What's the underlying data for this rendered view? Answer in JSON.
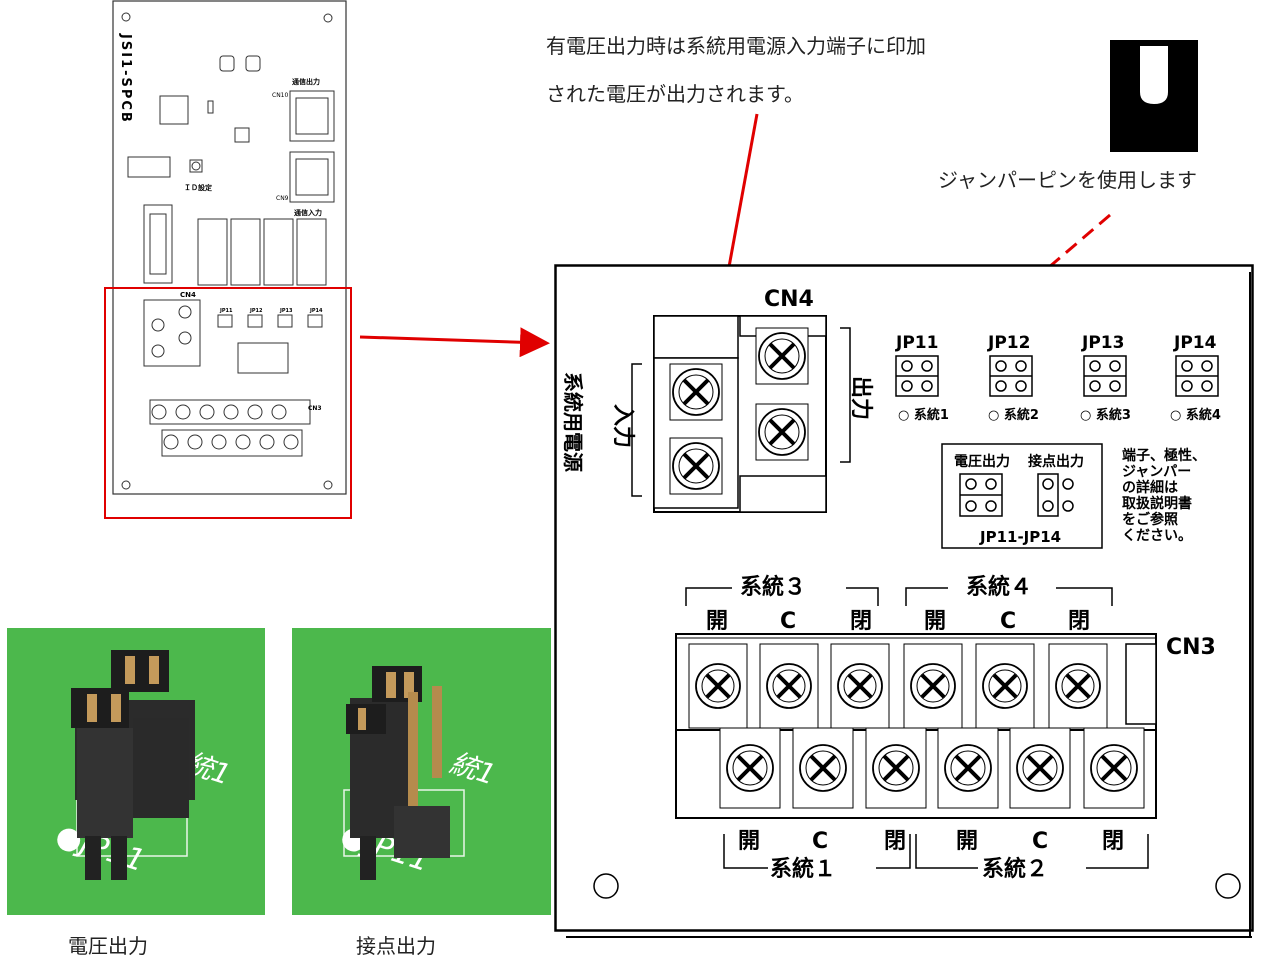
{
  "note_line1": "有電圧出力時は系統用電源入力端子に印加",
  "note_line2": "された電圧が出力されます。",
  "jumper_caption": "ジャンパーピンを使用します",
  "board": {
    "model_label": "JSI1-SPCB",
    "id_setting": "ＩＤ設定",
    "comm_out": "通信出力",
    "comm_in": "通信入力",
    "cn10": "CN10",
    "cn9": "CN9",
    "cn4": "CN4",
    "cn3": "CN3"
  },
  "detail": {
    "cn4": "CN4",
    "cn3": "CN3",
    "input": "入力",
    "output": "出力",
    "system_power": "系統用電源",
    "jumpers": [
      {
        "name": "JP11",
        "system": "○ 系統1"
      },
      {
        "name": "JP12",
        "system": "○ 系統2"
      },
      {
        "name": "JP13",
        "system": "○ 系統3"
      },
      {
        "name": "JP14",
        "system": "○ 系統4"
      }
    ],
    "voltage_output": "電圧出力",
    "contact_output": "接点出力",
    "jp_range": "JP11-JP14",
    "info_lines": [
      "端子、極性、",
      "ジャンパー",
      "の詳細は",
      "取扱説明書",
      "をご参照",
      "ください。"
    ],
    "top_groups": [
      {
        "label": "系統３",
        "terms": [
          "開",
          "C",
          "閉"
        ]
      },
      {
        "label": "系統４",
        "terms": [
          "開",
          "C",
          "閉"
        ]
      }
    ],
    "bottom_groups": [
      {
        "label": "系統１",
        "terms": [
          "開",
          "C",
          "閉"
        ]
      },
      {
        "label": "系統２",
        "terms": [
          "開",
          "C",
          "閉"
        ]
      }
    ]
  },
  "photos": [
    {
      "caption": "電圧出力",
      "silk": "●JP11",
      "silk2": "統1"
    },
    {
      "caption": "接点出力",
      "silk": "●JP11",
      "silk2": "統1"
    }
  ],
  "colors": {
    "arrow": "#e00000",
    "pcb_green": "#4cb84c",
    "highlight": "#e00000"
  }
}
